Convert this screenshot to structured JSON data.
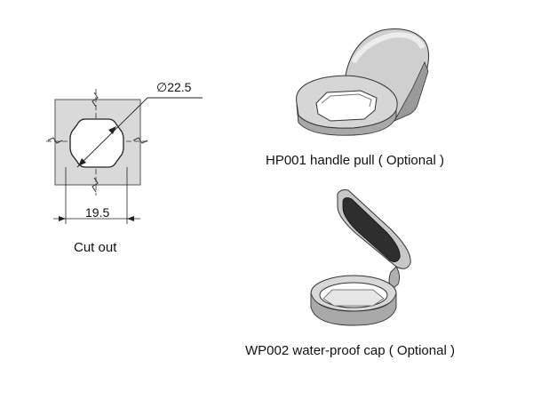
{
  "cutout": {
    "label": "Cut out",
    "width_dim": "19.5",
    "diameter_symbol": "∅",
    "diameter_dim": "22.5"
  },
  "handle_pull": {
    "label": "HP001 handle pull ( Optional )"
  },
  "waterproof_cap": {
    "label": "WP002 water-proof cap ( Optional )"
  }
}
